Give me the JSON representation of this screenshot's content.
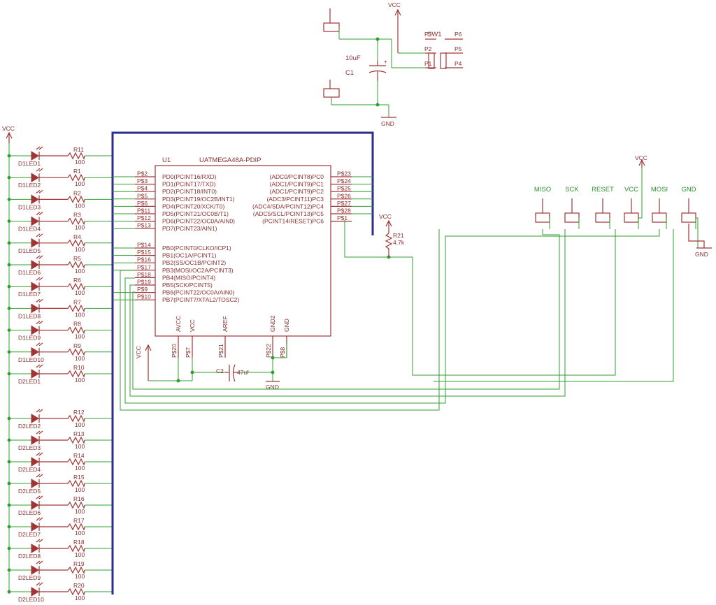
{
  "colors": {
    "wire": "#2fa02f",
    "part": "#a23434",
    "bus": "#2b2e8c",
    "text": "#8a3030",
    "pinlabel": "#2f8f2f"
  },
  "labels": {
    "vcc": "VCC",
    "gnd": "GND"
  },
  "mcu": {
    "ref": "U1",
    "name": "UATMEGA48A-PDIP",
    "left_top": [
      {
        "pin": "P$2",
        "label": "PD0(PCINT16/RXD)"
      },
      {
        "pin": "P$3",
        "label": "PD1(PCINT17/TXD)"
      },
      {
        "pin": "P$4",
        "label": "PD2(PCINT18/INT0)"
      },
      {
        "pin": "P$5",
        "label": "PD3(PCINT19/OC2B/INT1)"
      },
      {
        "pin": "P$6",
        "label": "PD4(PCINT20/XCK/T0)"
      },
      {
        "pin": "P$11",
        "label": "PD5(PCINT21/OC0B/T1)"
      },
      {
        "pin": "P$12",
        "label": "PD6(PCINT22/OC0A/AIN0)"
      },
      {
        "pin": "P$13",
        "label": "PD7(PCINT23/AIN1)"
      }
    ],
    "left_bottom": [
      {
        "pin": "P$14",
        "label": "PB0(PCINT0/CLKO/ICP1)"
      },
      {
        "pin": "P$15",
        "label": "PB1(OC1A/PCINT1)"
      },
      {
        "pin": "P$16",
        "label": "PB2(SS/OC1B/PCINT2)"
      },
      {
        "pin": "P$17",
        "label": "PB3(MOSI/OC2A/PCINT3)"
      },
      {
        "pin": "P$18",
        "label": "PB4(MISO/PCINT4)"
      },
      {
        "pin": "P$19",
        "label": "PB5(SCK/PCINT5)"
      },
      {
        "pin": "P$9",
        "label": "PB6(PCINT22/OC0A/AIN0)"
      },
      {
        "pin": "P$10",
        "label": "PB7(PCINT7/XTAL2/TOSC2)"
      }
    ],
    "right": [
      {
        "pin": "P$23",
        "label": "(ADC0/PCINT8)PC0"
      },
      {
        "pin": "P$24",
        "label": "(ADC1/PCINT9)PC1"
      },
      {
        "pin": "P$25",
        "label": "(ADC1/PCINT9)PC2"
      },
      {
        "pin": "P$26",
        "label": "(ADC3/PCINT11)PC3"
      },
      {
        "pin": "P$27",
        "label": "(ADC4/SDA/PCINT12)PC4"
      },
      {
        "pin": "P$28",
        "label": "(ADC5/SCL/PCINT13)PC5"
      },
      {
        "pin": "P$1",
        "label": "(PCINT14/RESET)PC6"
      }
    ],
    "bottom": [
      {
        "pin": "P$20",
        "label": "AVCC"
      },
      {
        "pin": "P$7",
        "label": "VCC"
      },
      {
        "pin": "P$21",
        "label": "AREF"
      },
      {
        "pin": "P$22",
        "label": "GND2"
      },
      {
        "pin": "P$8",
        "label": "GND"
      }
    ]
  },
  "leds": [
    {
      "led": "D1LED1",
      "res": "R11",
      "value": "100"
    },
    {
      "led": "D1LED2",
      "res": "R1",
      "value": "100"
    },
    {
      "led": "D1LED3",
      "res": "R2",
      "value": "100"
    },
    {
      "led": "D1LED4",
      "res": "R3",
      "value": "100"
    },
    {
      "led": "D1LED5",
      "res": "R4",
      "value": "100"
    },
    {
      "led": "D1LED6",
      "res": "R5",
      "value": "100"
    },
    {
      "led": "D1LED7",
      "res": "R6",
      "value": "100"
    },
    {
      "led": "D1LED8",
      "res": "R7",
      "value": "100"
    },
    {
      "led": "D1LED9",
      "res": "R8",
      "value": "100"
    },
    {
      "led": "D1LED10",
      "res": "R9",
      "value": "100"
    },
    {
      "led": "D2LED1",
      "res": "R10",
      "value": "100"
    },
    {
      "led": "D2LED2",
      "res": "R12",
      "value": "100"
    },
    {
      "led": "D2LED3",
      "res": "R13",
      "value": "100"
    },
    {
      "led": "D2LED4",
      "res": "R14",
      "value": "100"
    },
    {
      "led": "D2LED5",
      "res": "R15",
      "value": "100"
    },
    {
      "led": "D2LED6",
      "res": "R16",
      "value": "100"
    },
    {
      "led": "D2LED7",
      "res": "R17",
      "value": "100"
    },
    {
      "led": "D2LED8",
      "res": "R18",
      "value": "100"
    },
    {
      "led": "D2LED9",
      "res": "R19",
      "value": "100"
    },
    {
      "led": "D2LED10",
      "res": "R20",
      "value": "100"
    }
  ],
  "isp": [
    "MISO",
    "SCK",
    "RESET",
    "VCC",
    "MOSI",
    "GND"
  ],
  "reset_resistor": {
    "ref": "R21",
    "value": "4.7k"
  },
  "decoupling_cap": {
    "ref": "C2",
    "value": "47uf"
  },
  "switch": {
    "ref": "SW1",
    "pins": [
      "P3",
      "P2",
      "P1",
      "P6",
      "P5",
      "P4"
    ]
  },
  "bulk_cap": {
    "ref": "C1",
    "value": "10uF",
    "polarity": "+"
  }
}
